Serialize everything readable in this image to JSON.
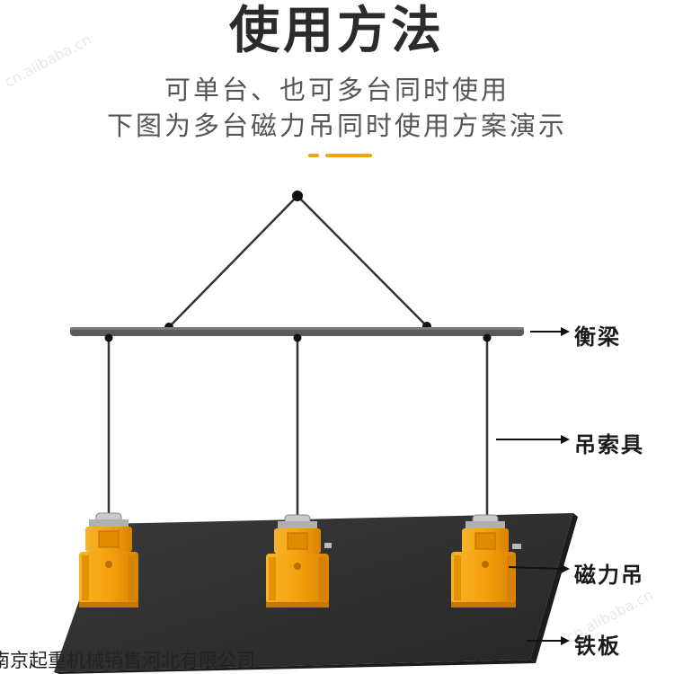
{
  "title": "使用方法",
  "subtitle_lines": [
    "可单台、也可多台同时使用",
    "下图为多台磁力吊同时使用方案演示"
  ],
  "labels": {
    "beam": "衡梁",
    "sling": "吊索具",
    "magnet": "磁力吊",
    "plate": "铁板"
  },
  "footer": "南京起重机械销售河北有限公司",
  "watermark": "cn.alibaba.cn",
  "colors": {
    "accent": "#f5a20c",
    "magnet_body": "#f5a20c",
    "plate": "#2f2f2f",
    "beam": "#5a5a5a",
    "title": "#2b2b2b"
  },
  "icons": [
    "right-arrow-icon"
  ]
}
